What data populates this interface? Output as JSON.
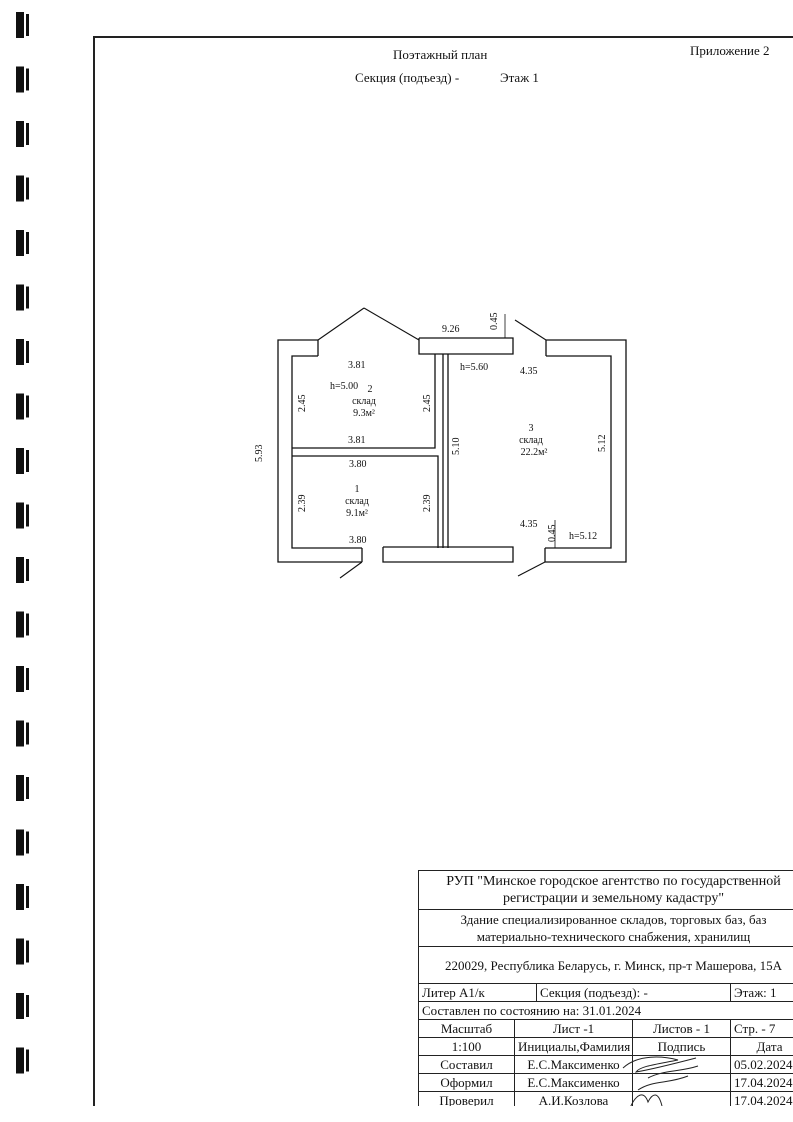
{
  "header": {
    "title": "Поэтажный план",
    "appendix": "Приложение 2",
    "section": "Секция (подъезд) -",
    "floor": "Этаж 1"
  },
  "plan": {
    "overall_length": "9.26",
    "overall_width": "5.93",
    "door_top": "0.45",
    "door_bottom": "0.45",
    "corridor_length": "5.10",
    "rooms": [
      {
        "number": "2",
        "name": "склад",
        "area": "9.3м²",
        "height": "h=5.00",
        "len_top": "3.81",
        "len_bottom": "3.81",
        "wid_left": "2.45",
        "wid_right": "2.45"
      },
      {
        "number": "1",
        "name": "склад",
        "area": "9.1м²",
        "len_top": "3.80",
        "len_bottom": "3.80",
        "wid_left": "2.39",
        "wid_right": "2.39"
      },
      {
        "number": "3",
        "name": "склад",
        "area": "22.2м²",
        "height_top": "h=5.60",
        "height_bottom": "h=5.12",
        "len_top": "4.35",
        "len_bottom": "4.35",
        "wid_right": "5.12"
      }
    ]
  },
  "stamp": {
    "org": "РУП \"Минское городское агентство по государственной регистрации и земельному кадастру\"",
    "object": "Здание специализированное складов, торговых баз, баз материально-технического снабжения, хранилищ",
    "address": "220029, Республика Беларусь, г. Минск, пр-т Машерова, 15А",
    "liter": "Литер А1/к",
    "section": "Секция (подъезд): -",
    "floor": "Этаж: 1",
    "compiled": "Составлен по состоянию на: 31.01.2024",
    "scale_label": "Масштаб",
    "sheet": "Лист -1",
    "sheets": "Листов - 1",
    "page": "Стр. - 7",
    "scale": "1:100",
    "initials": "Инициалы,Фамилия",
    "signature": "Подпись",
    "date": "Дата",
    "rows": [
      {
        "role": "Составил",
        "name": "Е.С.Максименко",
        "date": "05.02.2024"
      },
      {
        "role": "Оформил",
        "name": "Е.С.Максименко",
        "date": "17.04.2024"
      },
      {
        "role": "Проверил",
        "name": "А.И.Козлова",
        "date": "17.04.2024"
      }
    ]
  }
}
